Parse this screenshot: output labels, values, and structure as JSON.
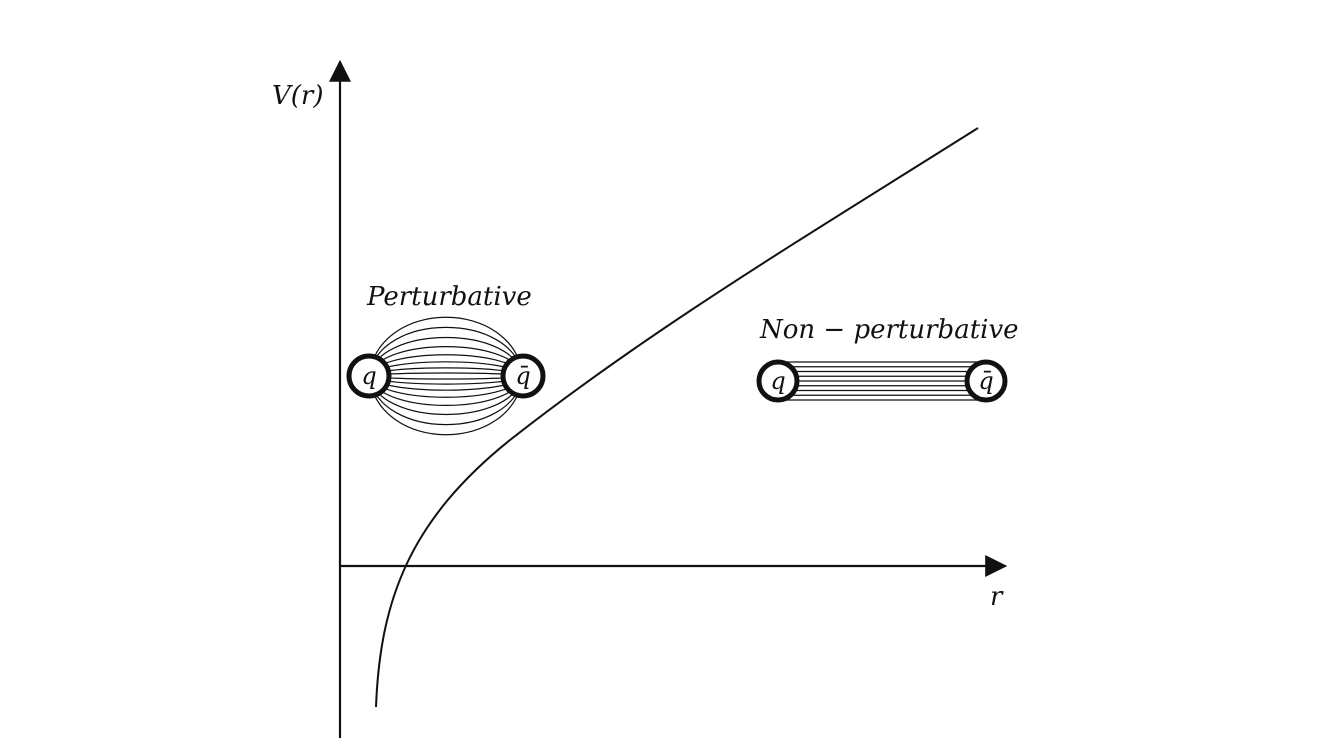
{
  "axes": {
    "y_label": "V(r)",
    "x_label": "r"
  },
  "regions": {
    "perturbative": {
      "label": "Perturbative",
      "quark": "q",
      "antiquark": "q̄"
    },
    "non_perturbative": {
      "label": "Non − perturbative",
      "quark": "q",
      "antiquark": "q̄"
    }
  },
  "colors": {
    "line": "#111111",
    "background": "#ffffff"
  }
}
